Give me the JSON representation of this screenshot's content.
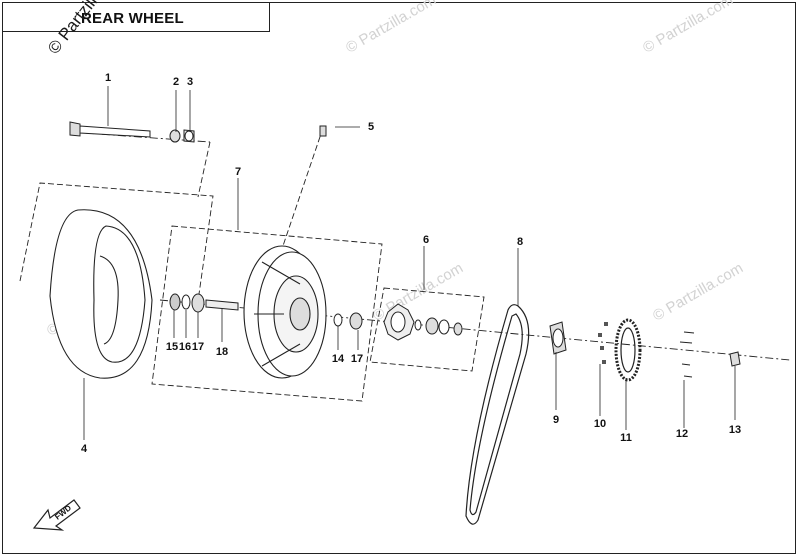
{
  "title": "REAR WHEEL",
  "watermark": "© Partzilla.com",
  "corner_watermark": "© Partzilla",
  "direction_label": "FWD",
  "callouts": [
    "1",
    "2",
    "3",
    "4",
    "5",
    "6",
    "7",
    "8",
    "9",
    "10",
    "11",
    "12",
    "13",
    "14",
    "15",
    "16",
    "17",
    "17",
    "18"
  ]
}
